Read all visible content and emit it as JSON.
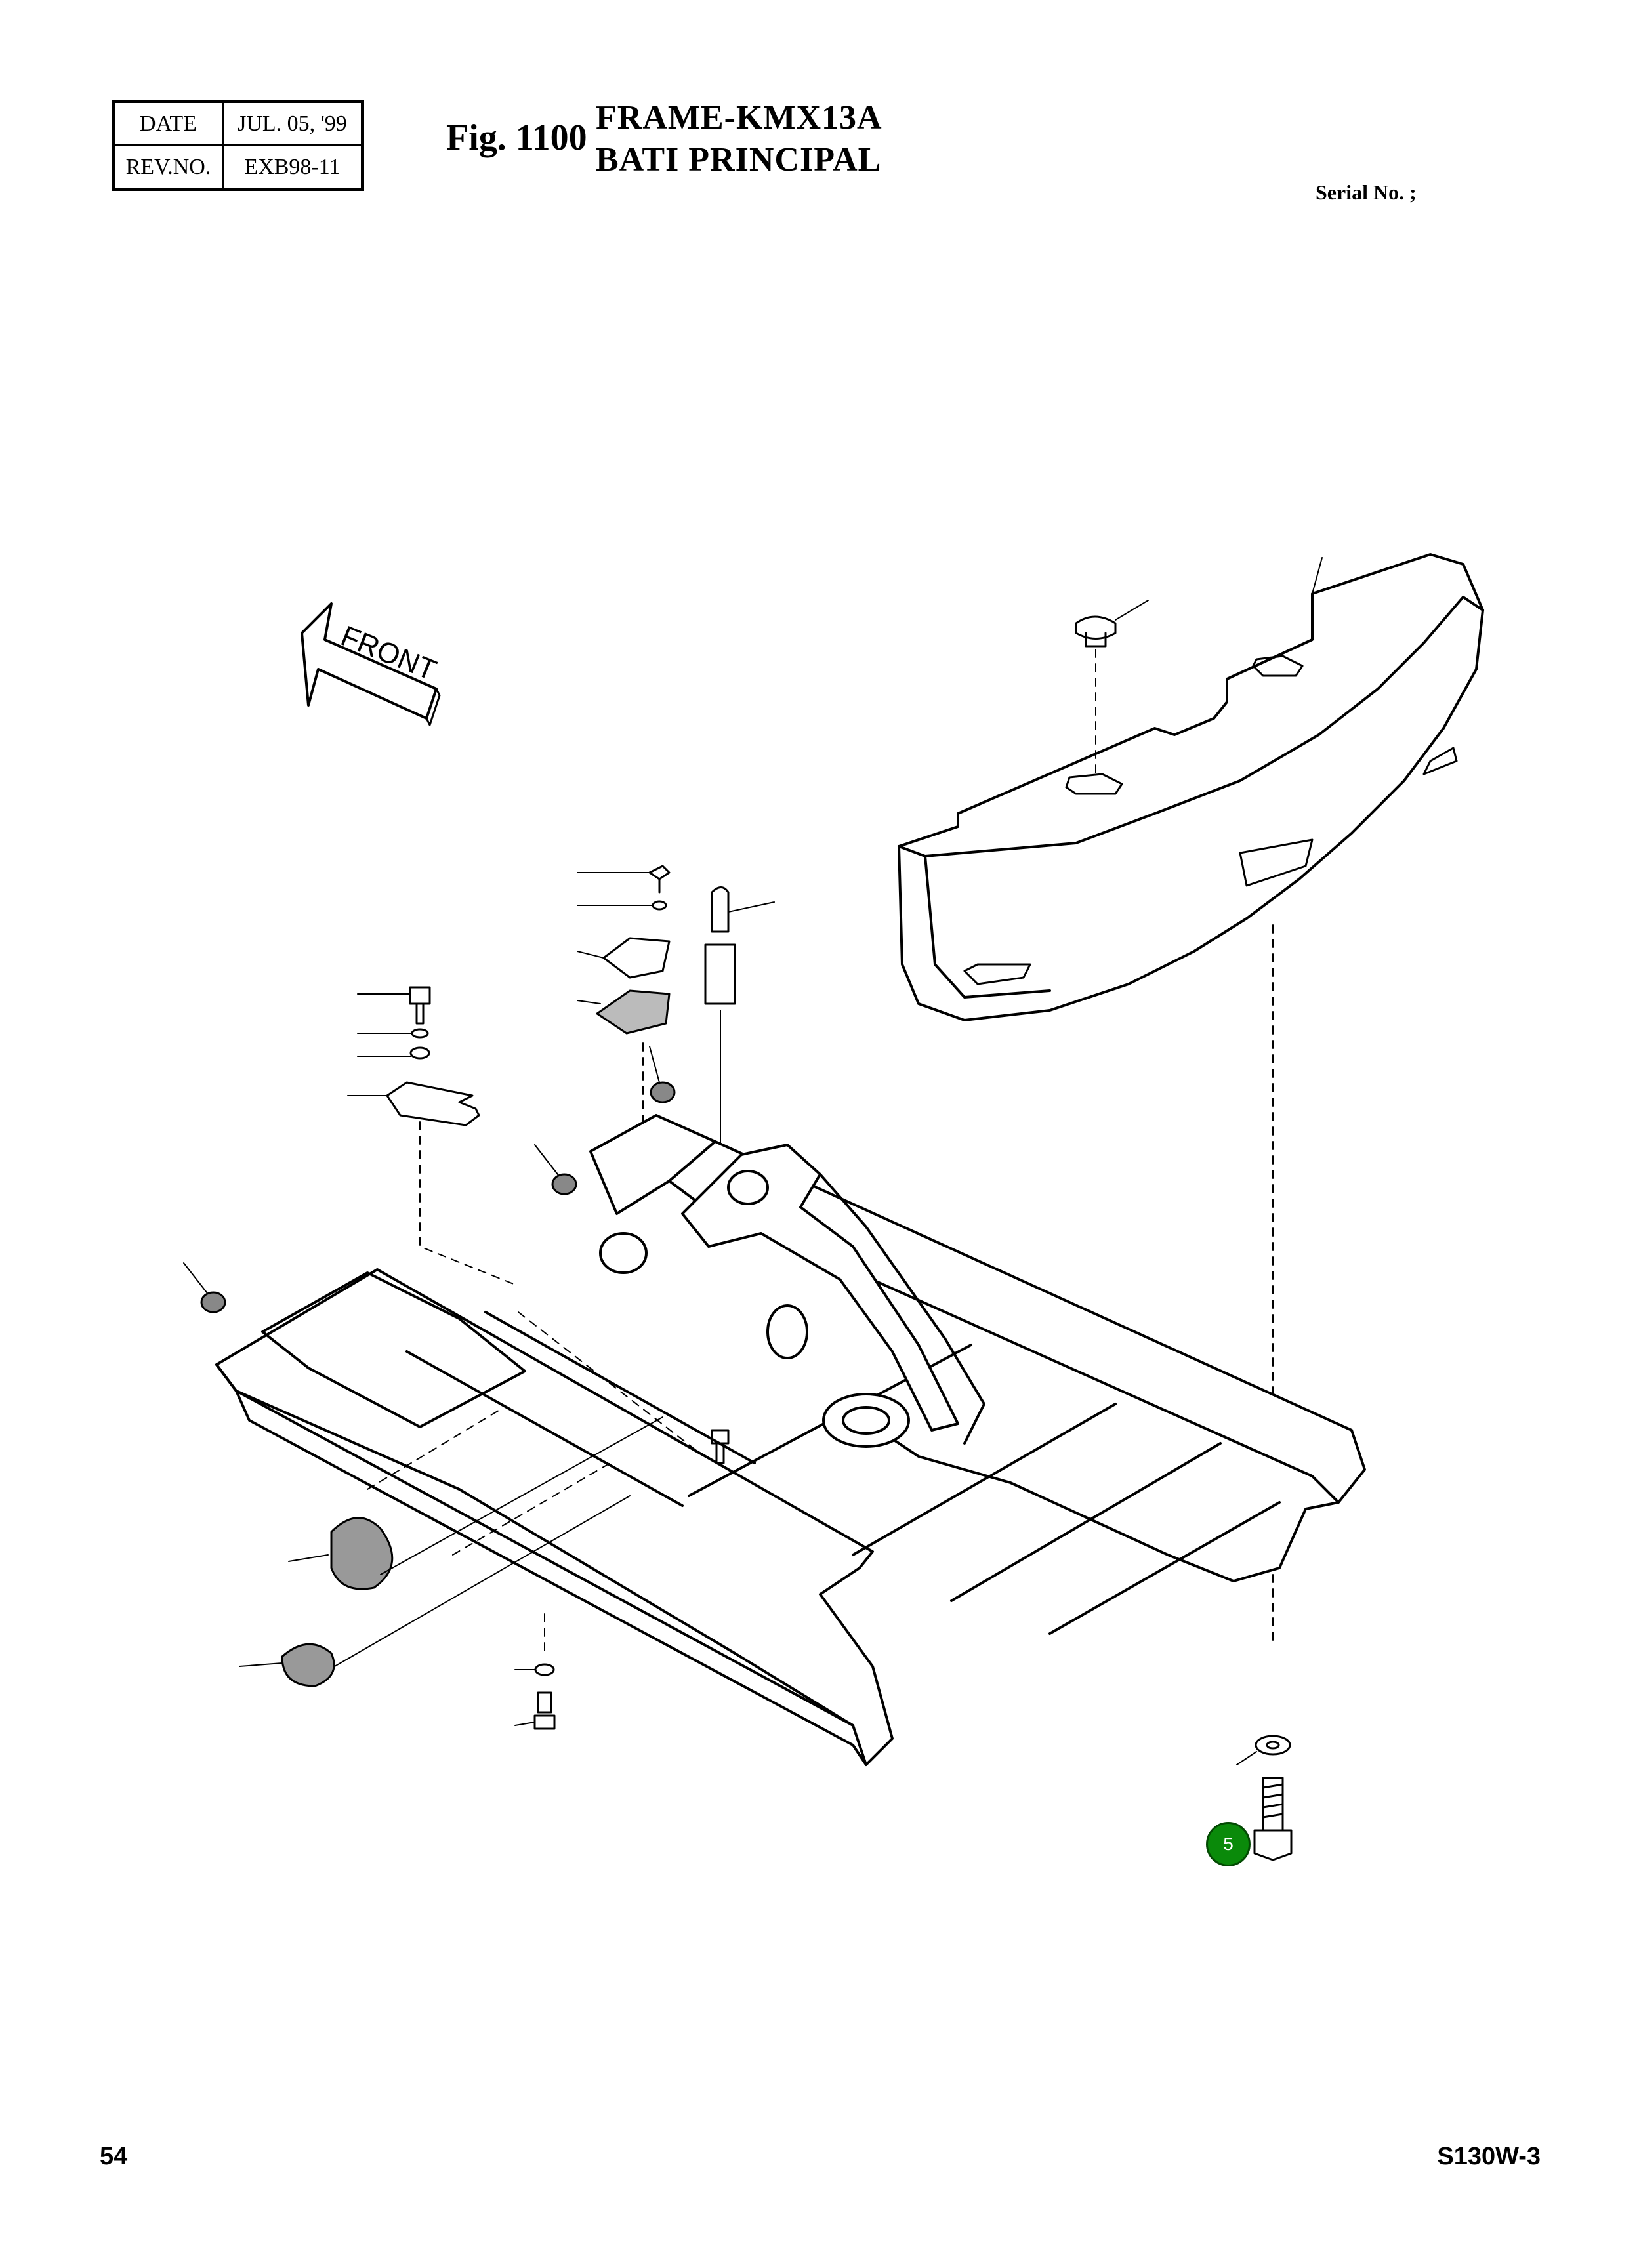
{
  "header": {
    "date_label": "DATE",
    "date_value": "JUL. 05, '99",
    "rev_label": "REV.NO.",
    "rev_value": "EXB98-11",
    "fig_label": "Fig. 1100",
    "title_line1": "FRAME-KMX13A",
    "title_line2": "BATI PRINCIPAL",
    "serial_label": "Serial No. ;"
  },
  "diagram": {
    "front_arrow_text": "FRONT",
    "callouts": [
      {
        "label": "5",
        "color": "#0a8a0a"
      }
    ]
  },
  "footer": {
    "page_number": "54",
    "model": "S130W-3"
  }
}
